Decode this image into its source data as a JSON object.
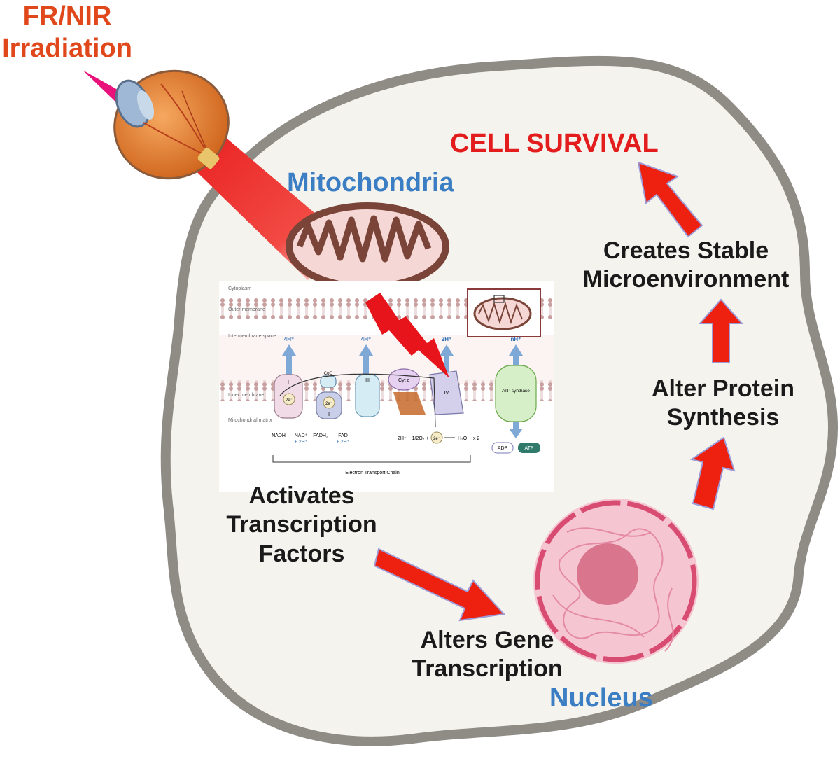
{
  "labels": {
    "irradiation": [
      "FR/NIR",
      "Irradiation"
    ],
    "mitochondria": "Mitochondria",
    "cell_survival": "CELL SURVIVAL",
    "creates_stable": [
      "Creates Stable",
      "Microenvironment"
    ],
    "alter_protein": [
      "Alter Protein",
      "Synthesis"
    ],
    "activates": [
      "Activates",
      "Transcription",
      "Factors"
    ],
    "alters_gene": [
      "Alters Gene",
      "Transcription"
    ],
    "nucleus": "Nucleus"
  },
  "etc_panel": {
    "regions": [
      "Cytoplasm",
      "Outer membrane",
      "Intermembrane space",
      "Inner membrane",
      "Mitochondrial matrix"
    ],
    "complexes": [
      "I",
      "II",
      "III",
      "IV",
      "CoQ",
      "Cyt c",
      "ATP synthase"
    ],
    "protons": [
      "4H⁺",
      "4H⁺",
      "2H⁺",
      "nH⁺"
    ],
    "electrons": [
      "2e⁻",
      "2e⁻",
      "2e⁻"
    ],
    "substrates": [
      "NADH",
      "NAD⁺",
      "+ 2H⁺",
      "FADH₂",
      "FAD",
      "+ 2H⁺"
    ],
    "reaction": [
      "2H⁺ + 1/2O₂ +",
      "H₂O",
      "x 2"
    ],
    "products": [
      "ADP",
      "ATP"
    ],
    "footer": "Electron Transport Chain"
  },
  "colors": {
    "cell_fill": "#f4f3ee",
    "cell_border": "#8f8c86",
    "arrow_red": "#ee2010",
    "arrow_edge": "#9d9ad6",
    "blue_label": "#3b7ec3",
    "orange_label": "#e0481b",
    "survival_red": "#e31d1d",
    "nucleus_pink": "#f0b4c4"
  },
  "icons": [
    "eye-icon",
    "mitochondrion-icon",
    "lightning-bolt-icon",
    "nucleus-icon"
  ]
}
